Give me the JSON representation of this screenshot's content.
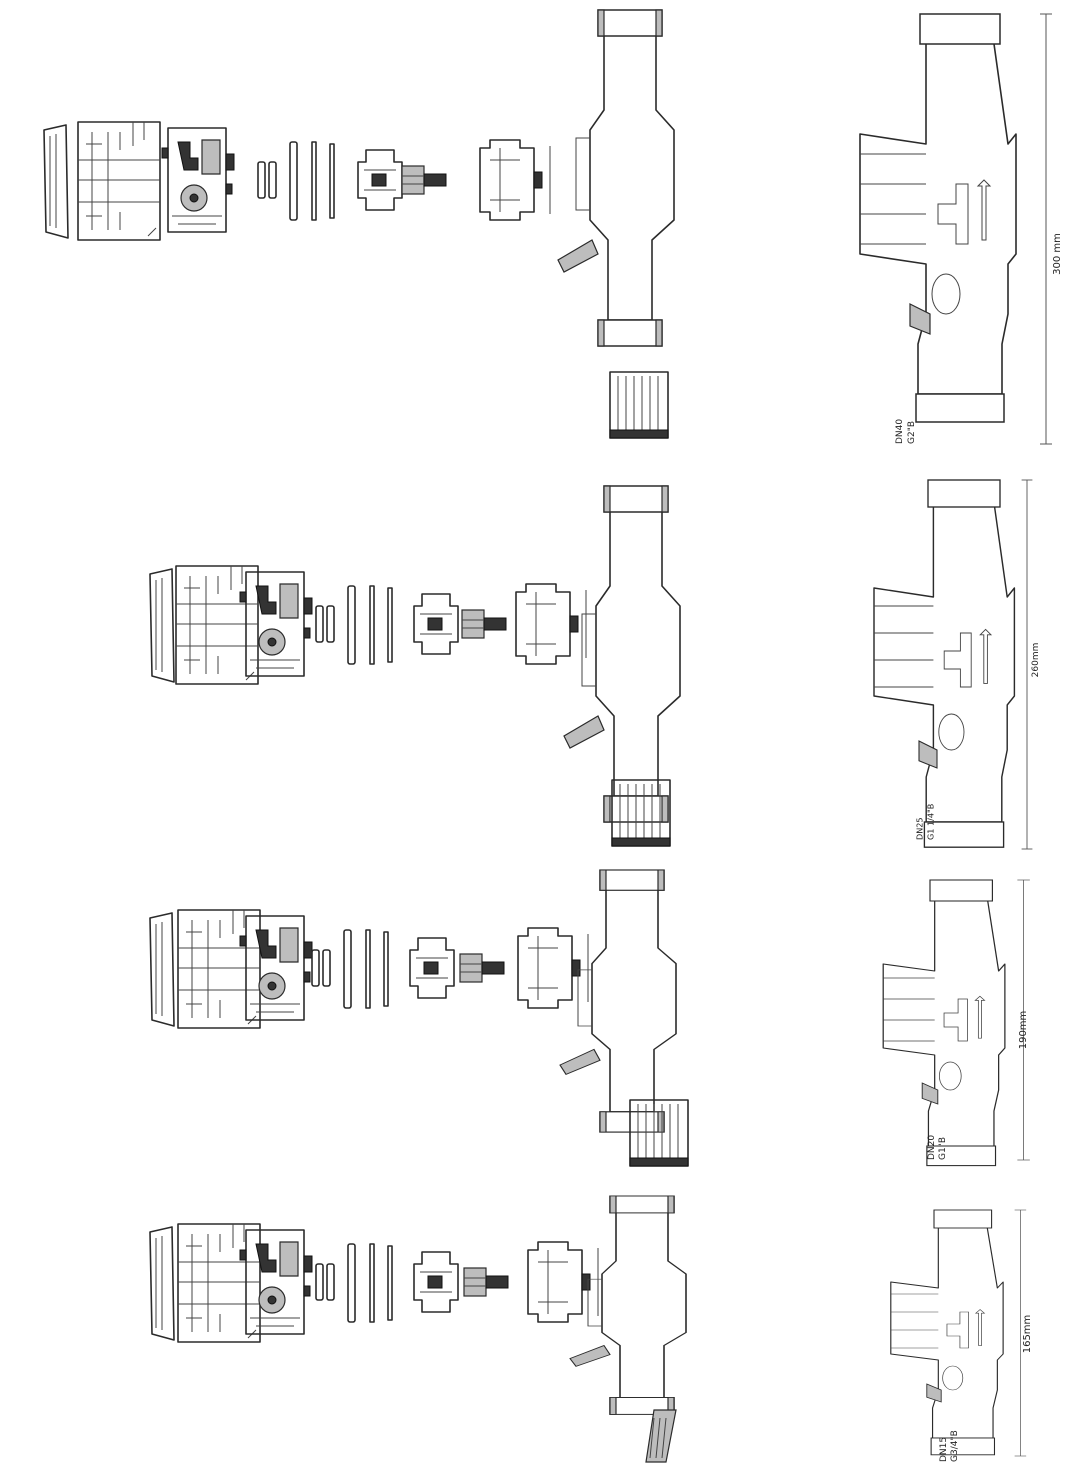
{
  "variants": [
    {
      "size": "DN40",
      "thread": "G2\"B",
      "length": "300 mm"
    },
    {
      "size": "DN25",
      "thread": "G1 1/4\"B",
      "length": "260mm"
    },
    {
      "size": "DN20",
      "thread": "G1\"B",
      "length": "190mm"
    },
    {
      "size": "DN15",
      "thread": "G3/4\"B",
      "length": "165mm"
    }
  ]
}
